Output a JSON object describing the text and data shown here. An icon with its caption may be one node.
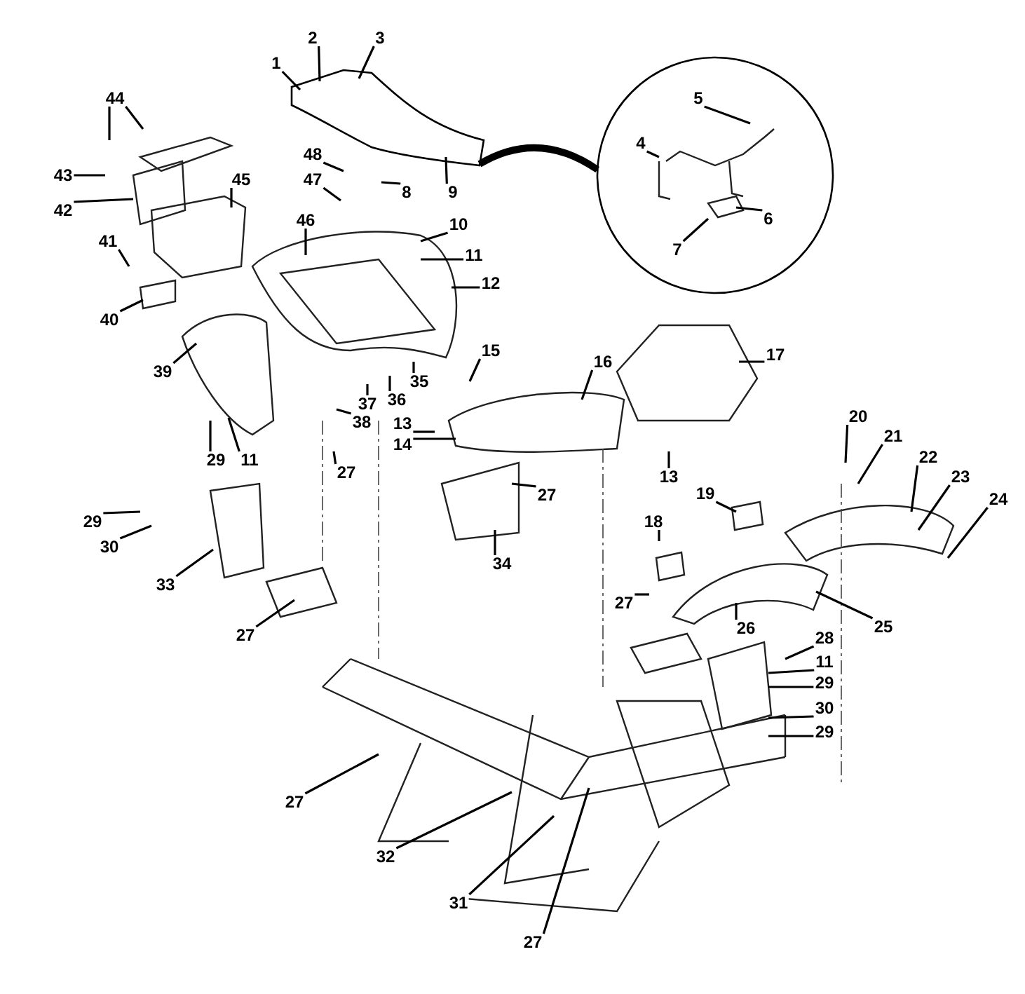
{
  "diagram": {
    "nodes": [
      {
        "text": [],
        "shape": "picture"
      },
      {
        "text": [],
        "shape": "circle"
      },
      {
        "text": [
          "1"
        ]
      },
      {
        "text": [
          "2"
        ]
      },
      {
        "text": [
          "3"
        ]
      },
      {
        "text": [
          "4"
        ],
        "in": 1
      },
      {
        "text": [
          "5"
        ],
        "in": 1
      },
      {
        "text": [
          "6"
        ],
        "in": 1
      },
      {
        "text": [
          "7"
        ],
        "in": 1
      },
      {
        "text": [
          "44"
        ]
      },
      {
        "text": [
          "48"
        ]
      },
      {
        "text": [
          "47"
        ]
      },
      {
        "text": [
          "8"
        ]
      },
      {
        "text": [
          "9"
        ]
      },
      {
        "text": [
          "45"
        ]
      },
      {
        "text": [
          "43"
        ]
      },
      {
        "text": [
          "42"
        ]
      },
      {
        "text": [
          "46"
        ]
      },
      {
        "text": [
          "10"
        ]
      },
      {
        "text": [
          "11"
        ]
      },
      {
        "text": [
          "41"
        ]
      },
      {
        "text": [
          "12"
        ]
      },
      {
        "text": [
          "40"
        ]
      },
      {
        "text": [
          "39"
        ]
      },
      {
        "text": [
          "15"
        ]
      },
      {
        "text": [
          "16"
        ]
      },
      {
        "text": [
          "17"
        ]
      },
      {
        "text": [
          "35"
        ]
      },
      {
        "text": [
          "37"
        ]
      },
      {
        "text": [
          "36"
        ]
      },
      {
        "text": [
          "38"
        ]
      },
      {
        "text": [
          "13"
        ]
      },
      {
        "text": [
          "20"
        ]
      },
      {
        "text": [
          "21"
        ]
      },
      {
        "text": [
          "14"
        ]
      },
      {
        "text": [
          "22"
        ]
      },
      {
        "text": [
          "29"
        ]
      },
      {
        "text": [
          "11"
        ]
      },
      {
        "text": [
          "27"
        ]
      },
      {
        "text": [
          "23"
        ]
      },
      {
        "text": [
          "13"
        ]
      },
      {
        "text": [
          "27"
        ]
      },
      {
        "text": [
          "24"
        ]
      },
      {
        "text": [
          "19"
        ]
      },
      {
        "text": [
          "29"
        ]
      },
      {
        "text": [
          "18"
        ]
      },
      {
        "text": [
          "30"
        ]
      },
      {
        "text": [
          "34"
        ]
      },
      {
        "text": [
          "33"
        ]
      },
      {
        "text": [
          "27"
        ]
      },
      {
        "text": [
          "26"
        ]
      },
      {
        "text": [
          "25"
        ]
      },
      {
        "text": [
          "27"
        ]
      },
      {
        "text": [
          "28"
        ]
      },
      {
        "text": [
          "11"
        ]
      },
      {
        "text": [
          "29"
        ]
      },
      {
        "text": [
          "30"
        ]
      },
      {
        "text": [
          "29"
        ]
      },
      {
        "text": [
          "27"
        ]
      },
      {
        "text": [
          "32"
        ]
      },
      {
        "text": [
          "31"
        ]
      },
      {
        "text": [
          "27"
        ]
      }
    ],
    "edges": [
      {
        "from": 0,
        "to": 1,
        "arrow": "none",
        "style": "thick"
      },
      {
        "from": 2,
        "to": 0,
        "arrow": "none"
      },
      {
        "from": 3,
        "to": 0,
        "arrow": "none"
      },
      {
        "from": 4,
        "to": 0,
        "arrow": "none"
      },
      {
        "from": 5,
        "to": null,
        "arrow": "none"
      },
      {
        "from": 6,
        "to": null,
        "arrow": "none"
      },
      {
        "from": 7,
        "to": null,
        "arrow": "none"
      },
      {
        "from": 8,
        "to": null,
        "arrow": "none"
      },
      {
        "from": 9,
        "to": null,
        "arrow": "none"
      },
      {
        "from": 9,
        "to": null,
        "arrow": "none"
      },
      {
        "from": 10,
        "to": null,
        "arrow": "none"
      },
      {
        "from": 11,
        "to": null,
        "arrow": "none"
      },
      {
        "from": 12,
        "to": null,
        "arrow": "none"
      },
      {
        "from": 13,
        "to": 0,
        "arrow": "none"
      },
      {
        "from": 14,
        "to": null,
        "arrow": "none"
      },
      {
        "from": 15,
        "to": null,
        "arrow": "none"
      },
      {
        "from": 16,
        "to": null,
        "arrow": "none"
      },
      {
        "from": 17,
        "to": null,
        "arrow": "none"
      },
      {
        "from": 18,
        "to": null,
        "arrow": "none"
      },
      {
        "from": 19,
        "to": null,
        "arrow": "none"
      },
      {
        "from": 20,
        "to": null,
        "arrow": "none"
      },
      {
        "from": 21,
        "to": null,
        "arrow": "none"
      },
      {
        "from": 22,
        "to": null,
        "arrow": "none"
      },
      {
        "from": 23,
        "to": null,
        "arrow": "none"
      },
      {
        "from": 24,
        "to": null,
        "arrow": "none"
      },
      {
        "from": 25,
        "to": null,
        "arrow": "none"
      },
      {
        "from": 26,
        "to": null,
        "arrow": "none"
      },
      {
        "from": 27,
        "to": null,
        "arrow": "none"
      },
      {
        "from": 28,
        "to": null,
        "arrow": "none"
      },
      {
        "from": 29,
        "to": null,
        "arrow": "none"
      },
      {
        "from": 30,
        "to": null,
        "arrow": "none"
      },
      {
        "from": 31,
        "to": null,
        "arrow": "none"
      },
      {
        "from": 32,
        "to": null,
        "arrow": "none"
      },
      {
        "from": 33,
        "to": null,
        "arrow": "none"
      },
      {
        "from": 34,
        "to": null,
        "arrow": "none"
      },
      {
        "from": 35,
        "to": null,
        "arrow": "none"
      },
      {
        "from": 36,
        "to": null,
        "arrow": "none"
      },
      {
        "from": 37,
        "to": null,
        "arrow": "none"
      },
      {
        "from": 38,
        "to": null,
        "arrow": "none"
      },
      {
        "from": 39,
        "to": null,
        "arrow": "none"
      },
      {
        "from": 40,
        "to": null,
        "arrow": "none"
      },
      {
        "from": 41,
        "to": null,
        "arrow": "none"
      },
      {
        "from": 42,
        "to": null,
        "arrow": "none"
      },
      {
        "from": 43,
        "to": null,
        "arrow": "none"
      },
      {
        "from": 44,
        "to": null,
        "arrow": "none"
      },
      {
        "from": 45,
        "to": null,
        "arrow": "none"
      },
      {
        "from": 46,
        "to": null,
        "arrow": "none"
      },
      {
        "from": 47,
        "to": null,
        "arrow": "none"
      },
      {
        "from": 48,
        "to": null,
        "arrow": "none"
      },
      {
        "from": 49,
        "to": null,
        "arrow": "none"
      },
      {
        "from": 50,
        "to": null,
        "arrow": "none"
      },
      {
        "from": 51,
        "to": null,
        "arrow": "none"
      },
      {
        "from": 52,
        "to": null,
        "arrow": "none"
      },
      {
        "from": 53,
        "to": null,
        "arrow": "none"
      },
      {
        "from": 54,
        "to": null,
        "arrow": "none"
      },
      {
        "from": 55,
        "to": null,
        "arrow": "none"
      },
      {
        "from": 56,
        "to": null,
        "arrow": "none"
      },
      {
        "from": 57,
        "to": null,
        "arrow": "none"
      },
      {
        "from": 58,
        "to": null,
        "arrow": "none"
      },
      {
        "from": 59,
        "to": null,
        "arrow": "none"
      },
      {
        "from": 60,
        "to": null,
        "arrow": "none"
      },
      {
        "from": 61,
        "to": null,
        "arrow": "none"
      }
    ]
  }
}
